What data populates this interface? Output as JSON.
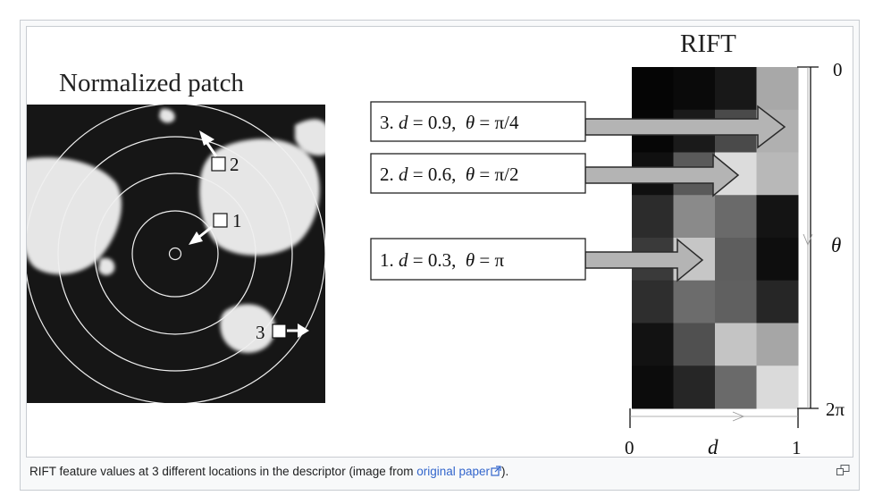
{
  "figure": {
    "left_title": "Normalized patch",
    "right_title": "RIFT",
    "axis": {
      "theta_top": "0",
      "theta_label": "θ",
      "theta_bottom": "2π",
      "d_left": "0",
      "d_label": "d",
      "d_right": "1"
    },
    "point_labels": [
      "1",
      "2",
      "3"
    ],
    "callouts": [
      {
        "num": "3.",
        "d": "d",
        "d_val": "= 0.9,",
        "theta": "θ",
        "theta_val": "= π/4"
      },
      {
        "num": "2.",
        "d": "d",
        "d_val": "= 0.6,",
        "theta": "θ",
        "theta_val": "= π/2"
      },
      {
        "num": "1.",
        "d": "d",
        "d_val": "= 0.3,",
        "theta": "θ",
        "theta_val": "= π"
      }
    ],
    "rift_grid": [
      [
        "#050505",
        "#0a0a0a",
        "#181818",
        "#a8a8a8"
      ],
      [
        "#060606",
        "#1a1a1a",
        "#4a4a4a",
        "#b0b0b0"
      ],
      [
        "#101010",
        "#5a5a5a",
        "#dcdcdc",
        "#b8b8b8"
      ],
      [
        "#2c2c2c",
        "#8a8a8a",
        "#6a6a6a",
        "#141414"
      ],
      [
        "#3a3a3a",
        "#c6c6c6",
        "#5e5e5e",
        "#0e0e0e"
      ],
      [
        "#2e2e2e",
        "#6c6c6c",
        "#606060",
        "#262626"
      ],
      [
        "#121212",
        "#505050",
        "#c4c4c4",
        "#a6a6a6"
      ],
      [
        "#0c0c0c",
        "#262626",
        "#6a6a6a",
        "#dadada"
      ]
    ]
  },
  "caption": {
    "text_before": "RIFT feature values at 3 different locations in the descriptor (image from ",
    "link_text": "original paper",
    "text_after": ")."
  },
  "icons": {
    "external_link": "external-link-icon",
    "magnify": "magnify-icon"
  },
  "colors": {
    "link": "#3366cc",
    "frame_border": "#c8ccd1",
    "frame_bg": "#f8f9fa",
    "arrow_fill": "#b4b4b4"
  }
}
